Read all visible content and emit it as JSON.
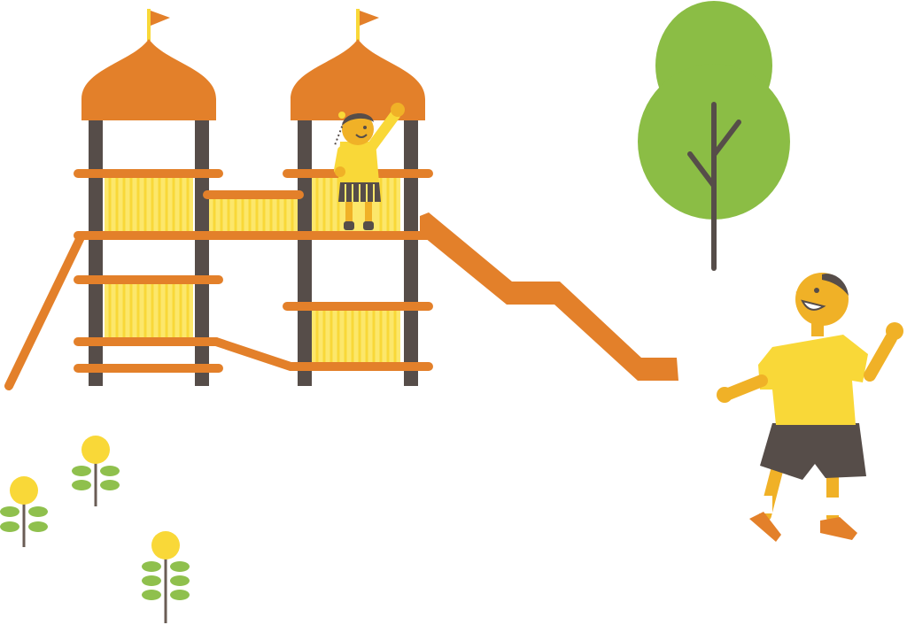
{
  "scene": {
    "background": "#ffffff",
    "palette": {
      "orange": "#e3802a",
      "yellow": "#f9d838",
      "yellow_light": "#fce76b",
      "skin": "#f0b127",
      "dark": "#564d49",
      "green": "#8bbd45",
      "leaf_green": "#8fc04d",
      "stem": "#6a5c55",
      "white": "#ffffff"
    },
    "elements": {
      "playground": "playground-structure",
      "slide": "slide",
      "tree": "tree",
      "girl": "girl-on-tower",
      "boy": "running-boy",
      "flowers": [
        "flower",
        "flower",
        "flower"
      ]
    }
  }
}
